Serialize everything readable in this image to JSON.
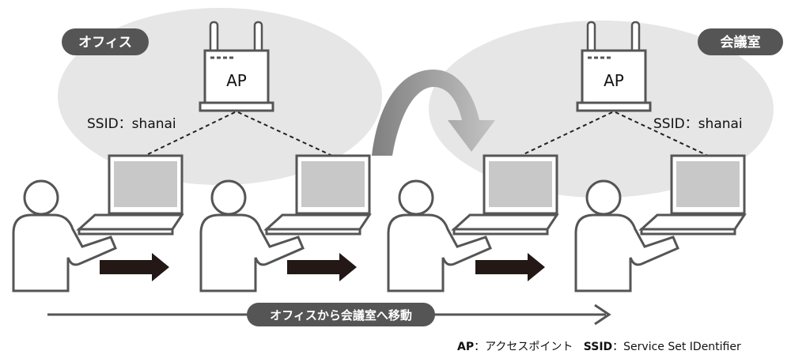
{
  "labels": {
    "office": "オフィス",
    "meeting_room": "会議室",
    "ap": "AP",
    "ssid_left": "SSID：shanai",
    "ssid_right": "SSID：shanai",
    "timeline": "オフィスから会議室へ移動"
  },
  "legend": {
    "ap_term": "AP",
    "ap_desc": "：アクセスポイント",
    "ssid_term": "SSID",
    "ssid_desc": "：Service Set IDentifier"
  },
  "colors": {
    "zone_fill": "#e6e6e6",
    "pill": "#555555",
    "outline": "#555555",
    "screen": "#c8c8c8",
    "progress_arrow": "#231815",
    "swoop_dark": "#7f7f7f",
    "swoop_light": "#bdbdbd"
  }
}
